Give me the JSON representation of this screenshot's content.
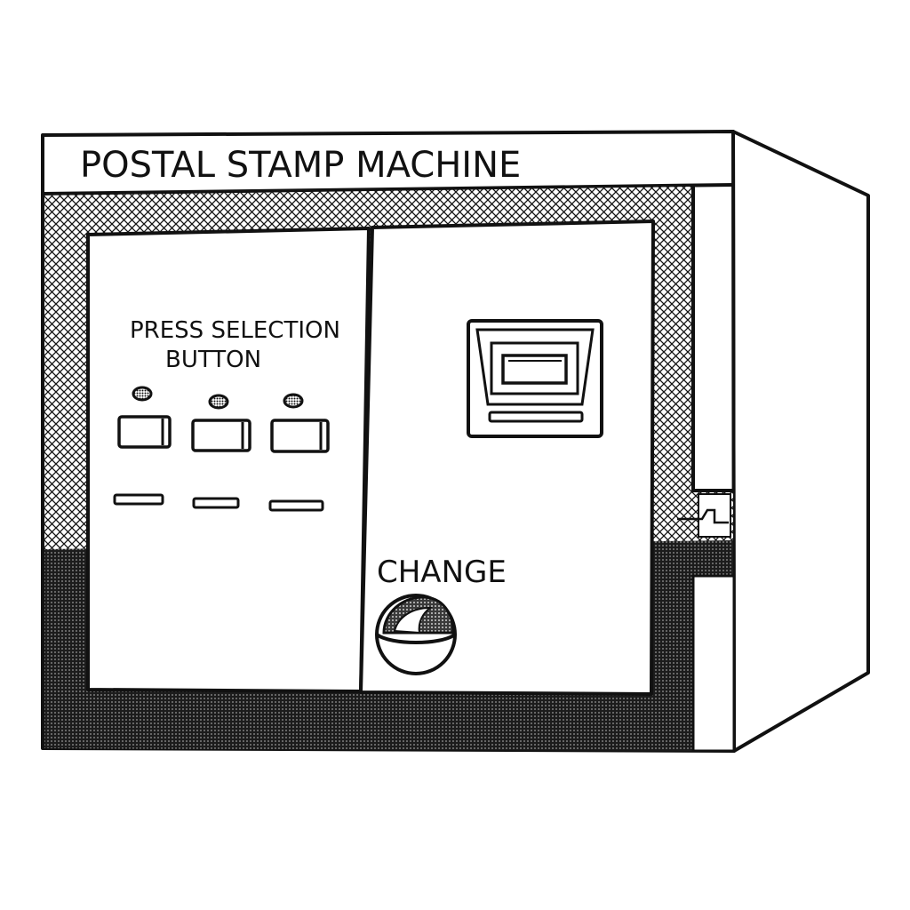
{
  "machine": {
    "title": "POSTAL STAMP MACHINE",
    "left_panel": {
      "instruction_line1": "PRESS SELECTION",
      "instruction_line2": "BUTTON",
      "selection_buttons": [
        {
          "id": "selection-1"
        },
        {
          "id": "selection-2"
        },
        {
          "id": "selection-3"
        }
      ]
    },
    "right_panel": {
      "change_label": "CHANGE"
    }
  },
  "colors": {
    "ink": "#111111",
    "paper": "#ffffff"
  }
}
